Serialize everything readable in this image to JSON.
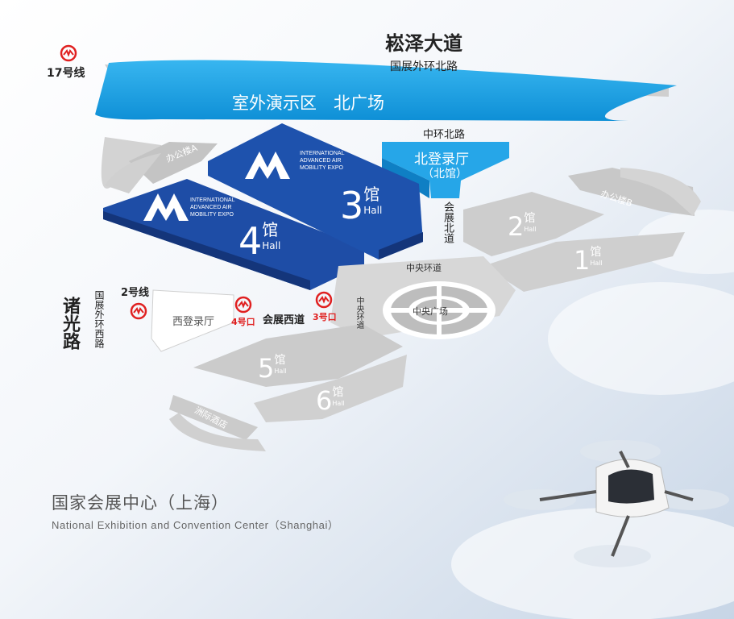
{
  "roads": {
    "north_top": "崧泽大道",
    "north_sub": "国展外环北路",
    "middle_north": "中环北路",
    "west_main": "诸光路",
    "west_sub": "国展外环西路",
    "hz_north": "会展北道",
    "hz_west": "会展西道",
    "central_ring": "中央环道",
    "central_ring_vertical": "中央环道"
  },
  "areas": {
    "outdoor": "室外演示区　北广场",
    "north_hall": "北登录厅",
    "north_hall_sub": "（北馆）",
    "west_hall": "西登录厅",
    "central_plaza": "中央广场",
    "office_a": "办公楼A",
    "office_b": "办公楼B",
    "hotel": "洲际酒店"
  },
  "halls": [
    {
      "num": "4",
      "cn": "馆",
      "en": "Hall",
      "highlight": true
    },
    {
      "num": "3",
      "cn": "馆",
      "en": "Hall",
      "highlight": true
    },
    {
      "num": "2",
      "cn": "馆",
      "en": "Hall",
      "highlight": false
    },
    {
      "num": "1",
      "cn": "馆",
      "en": "Hall",
      "highlight": false
    },
    {
      "num": "5",
      "cn": "馆",
      "en": "Hall",
      "highlight": false
    },
    {
      "num": "6",
      "cn": "馆",
      "en": "Hall",
      "highlight": false
    }
  ],
  "event_logo_text": [
    "INTERNATIONAL",
    "ADVANCED AIR",
    "MOBILITY EXPO"
  ],
  "metro": {
    "line17": "17号线",
    "line2": "2号线",
    "exit4": "4号口",
    "exit3": "3号口"
  },
  "caption": {
    "cn": "国家会展中心（上海）",
    "en": "National Exhibition and Convention Center（Shanghai）"
  },
  "colors": {
    "blue_hall": "#1e4da6",
    "blue_hall_dark": "#14357a",
    "cyan": "#1aa4e8",
    "grey_hall": "#cfcfcf",
    "metro_red": "#e02020"
  }
}
